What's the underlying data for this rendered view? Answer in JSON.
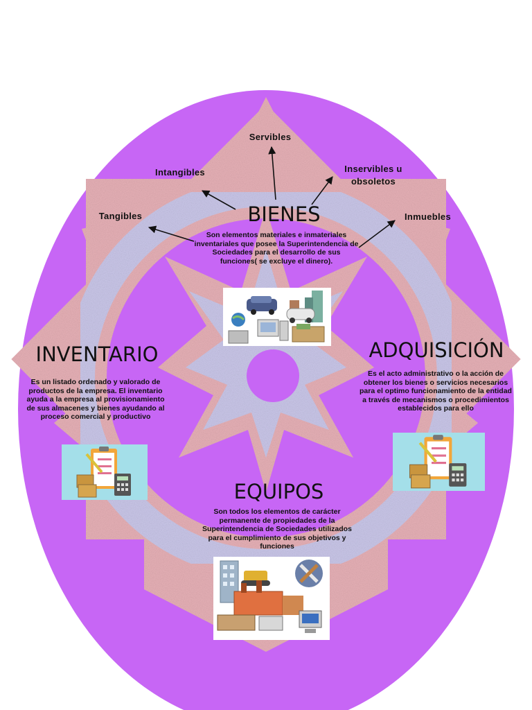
{
  "diagram": {
    "colors": {
      "background": "#ffffff",
      "ellipse": "#c766f5",
      "star": "#e6b0b6",
      "ring": "#c9c6e8",
      "inner": "#c766f5",
      "arrow": "#111111"
    },
    "bienes": {
      "title": "BIENES",
      "description": "Son elementos  materiales e inmateriales inventariales que posee la Superintendencia de Sociedades para el desarrollo de sus funciones( se excluye el dinero).",
      "branches": {
        "servibles": "Servibles",
        "intangibles": "Intangibles",
        "inservibles": "Inservibles u obsoletos",
        "tangibles": "Tangibles",
        "inmuebles": "Inmuebles"
      }
    },
    "inventario": {
      "title": "INVENTARIO",
      "description": "Es un listado ordenado y valorado de productos de la empresa. El inventario ayuda a la empresa al provisionamiento de sus almacenes y bienes ayudando al proceso comercial y productivo"
    },
    "adquisicion": {
      "title": "ADQUISICIÓN",
      "description": "Es el acto administrativo o la acción de obtener los bienes o servicios necesarios para el optimo funcionamiento de la entidad a través de mecanismos o procedimientos establecidos para ello"
    },
    "equipos": {
      "title": "EQUIPOS",
      "description": "Son todos los elementos de carácter permanente de propiedades de la Superintendencia de Sociedades utilizados para el cumplimiento de sus objetivos y funciones"
    },
    "images": {
      "bienes": "vehicles-buildings-computers-clipart",
      "inventario": "clipboard-boxes-calculator-clipart",
      "adquisicion": "clipboard-boxes-calculator-clipart",
      "equipos": "office-factory-tools-clipart"
    }
  }
}
